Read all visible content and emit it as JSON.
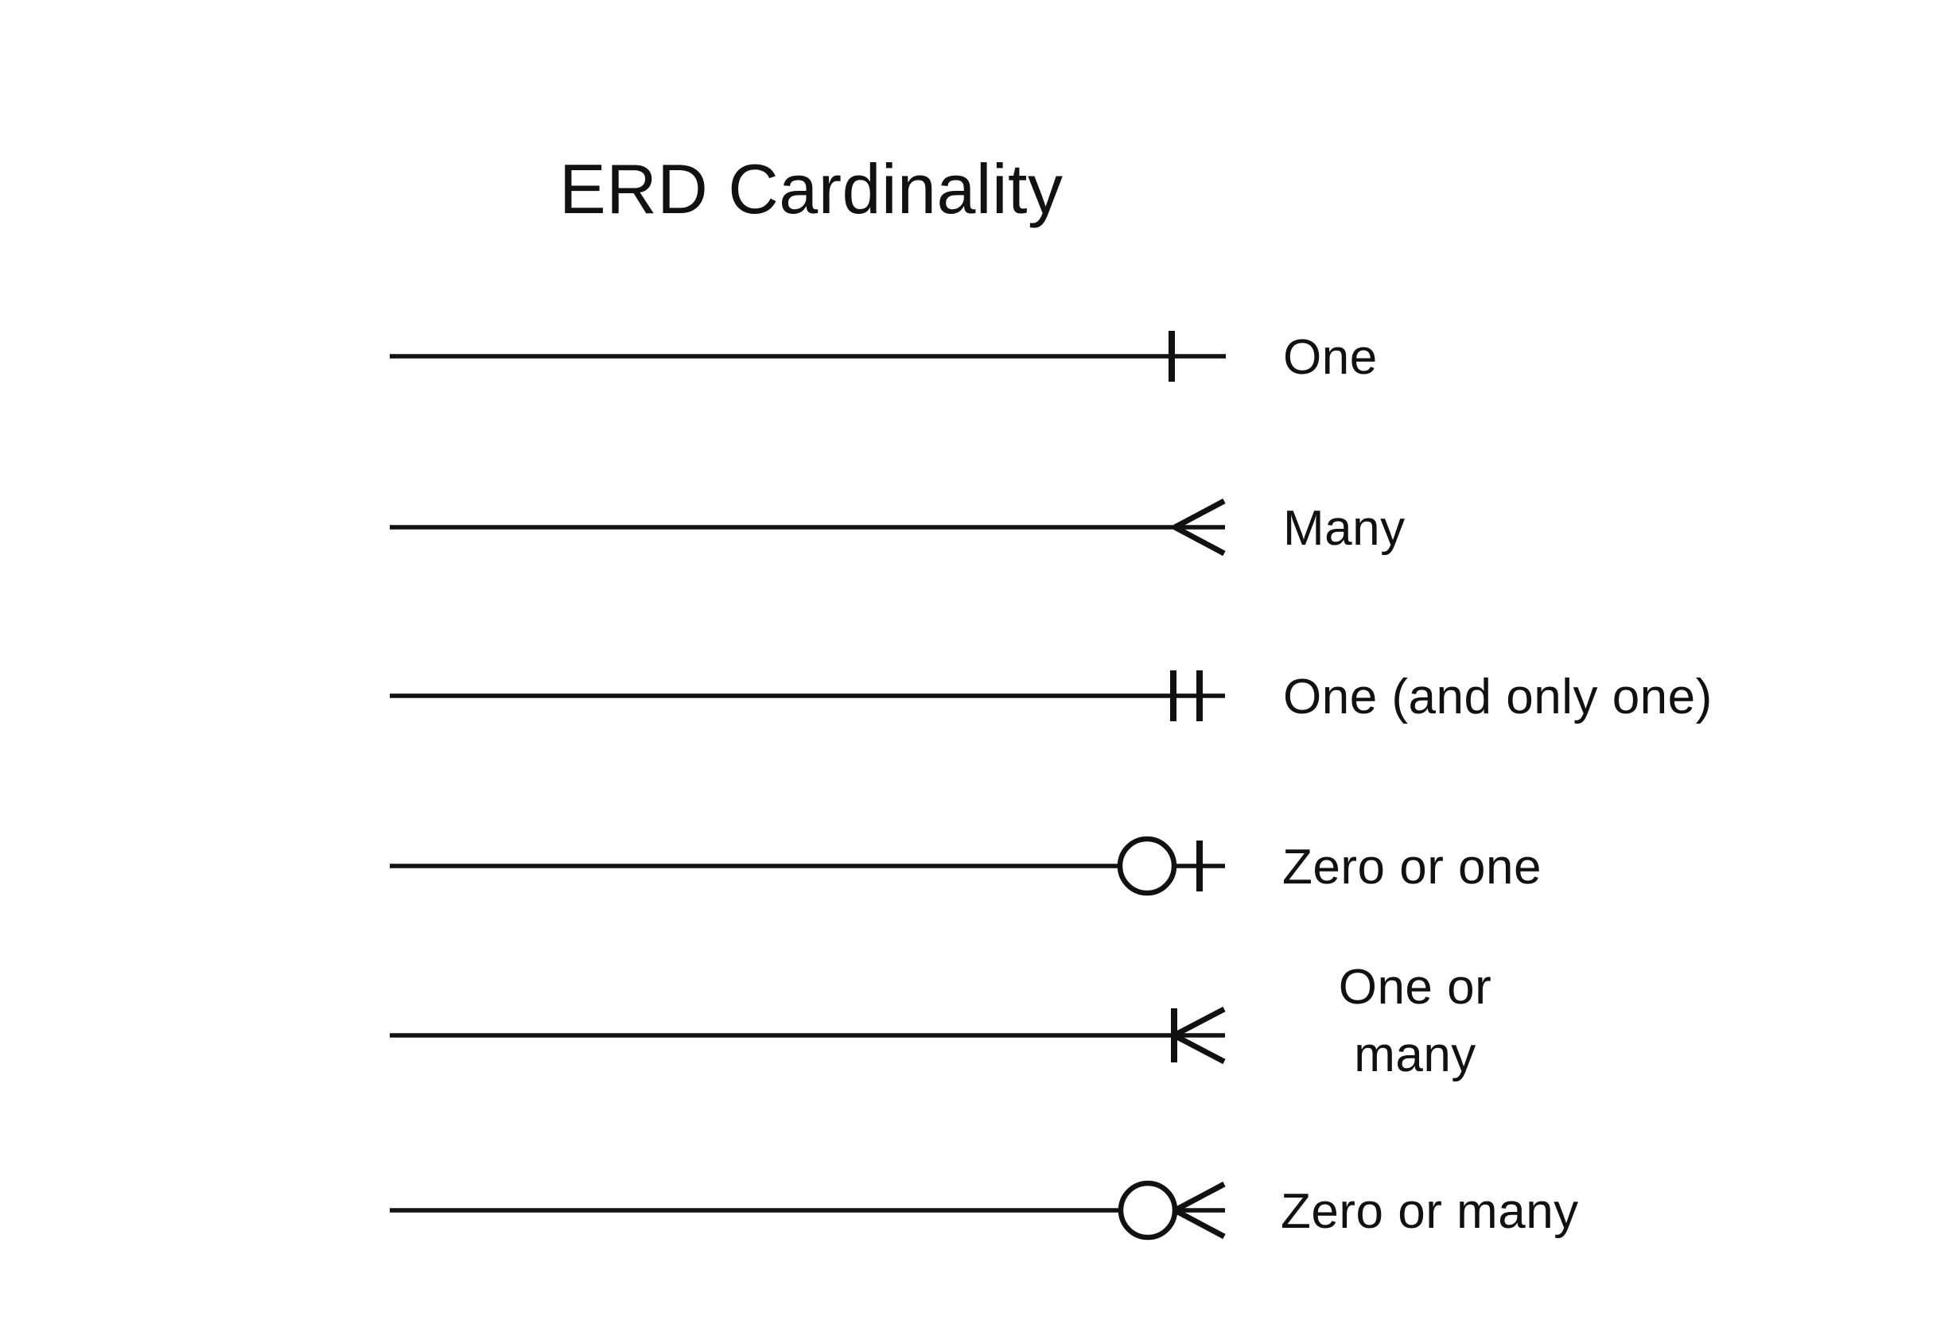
{
  "title": "ERD Cardinality",
  "colors": {
    "ink": "#111111",
    "background": "#ffffff"
  },
  "legend_rows": [
    {
      "symbol": "one",
      "label": "One"
    },
    {
      "symbol": "many",
      "label": "Many"
    },
    {
      "symbol": "one-and-only-one",
      "label": "One (and only one)"
    },
    {
      "symbol": "zero-or-one",
      "label": "Zero or one"
    },
    {
      "symbol": "one-or-many",
      "label_lines": [
        "One or",
        "many"
      ]
    },
    {
      "symbol": "zero-or-many",
      "label": "Zero or many"
    }
  ]
}
